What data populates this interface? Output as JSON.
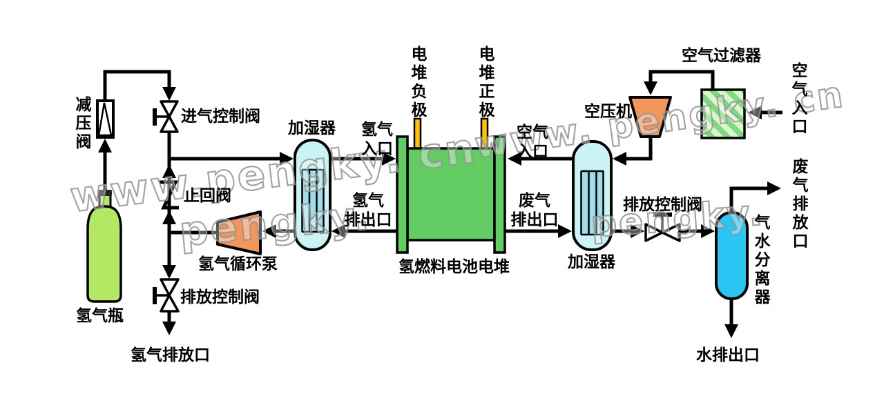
{
  "watermarks": [
    {
      "text": "www.pengky. cn"
    },
    {
      "text": "pengky."
    },
    {
      "text": "www. pengky. cn"
    },
    {
      "text": "pengky."
    }
  ],
  "colors": {
    "pipe_black": "#000000",
    "stack_green": "#62CB62",
    "electrode_yellow": "#FFC008",
    "cylinder_green": "#B3E764",
    "humidifier_fill": "#C9F3F7",
    "humidifier_tube": "#9EDDE9",
    "separator_blue": "#2BC5F4",
    "pump_orange": "#F2965C",
    "filter_light": "#D9F6D0",
    "filter_stripe": "#7FD97F",
    "watermark_gray": "#949494"
  },
  "hydrogen_loop": {
    "cylinder_label": "氢气瓶",
    "pressure_reducing_valve_label": "减压阀",
    "intake_control_valve_label": "进气控制阀",
    "check_valve_label": "止回阀",
    "circulation_pump_label": "氢气循环泵",
    "discharge_control_valve_label": "排放控制阀",
    "discharge_outlet_label": "氢气排放口",
    "humidifier_label": "加湿器",
    "inlet_label_line1": "氢气",
    "inlet_label_line2": "入口",
    "outlet_label_line1": "氢气",
    "outlet_label_line2": "排出口"
  },
  "stack": {
    "negative_label": "电堆负极",
    "positive_label": "电堆正极",
    "stack_label": "氢燃料电池电堆",
    "air_inlet_line1": "空气",
    "air_inlet_line2": "入口",
    "exhaust_line1": "废气",
    "exhaust_line2": "排出口"
  },
  "air_loop": {
    "humidifier_label": "加湿器",
    "compressor_label": "空压机",
    "filter_label": "空气过滤器",
    "air_inlet_label": "空气入口",
    "discharge_control_valve_label": "排放控制阀",
    "separator_label": "气水分离器",
    "exhaust_outlet_label": "废气排放口",
    "water_outlet_label": "水排出口"
  }
}
